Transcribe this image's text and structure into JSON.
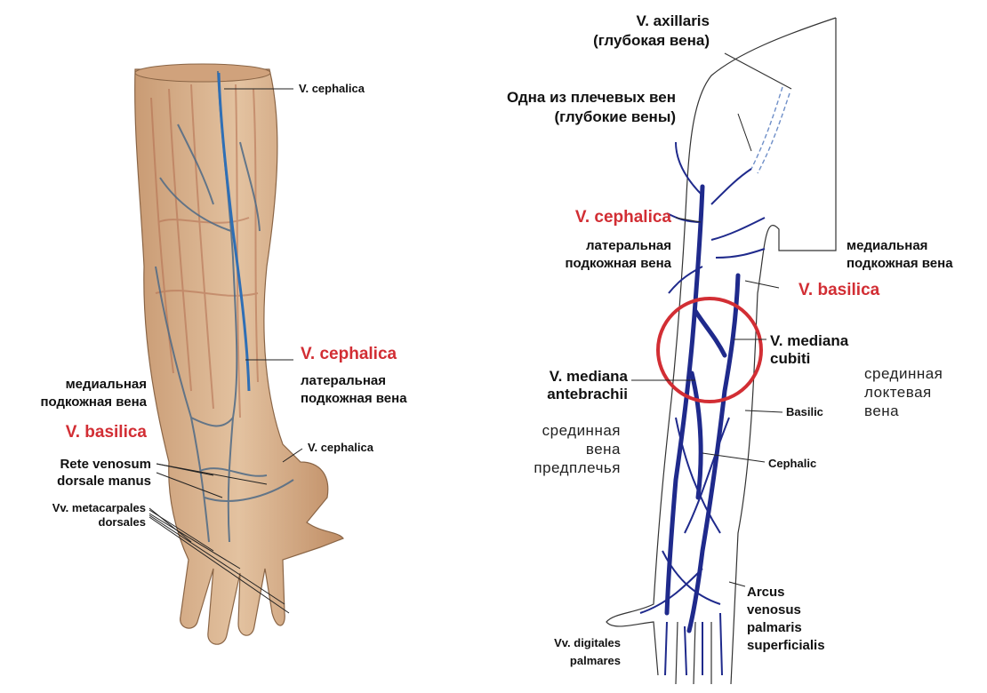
{
  "left_figure": {
    "v_cephalica_top": "V. cephalica",
    "v_cephalica_red": "V. cephalica",
    "lateral_line1": "латеральная",
    "lateral_line2": "подкожная вена",
    "medial_line1": "медиальная",
    "medial_line2": "подкожная вена",
    "v_basilica_red": "V. basilica",
    "v_cephalica_hand": "V. cephalica",
    "rete_line1": "Rete venosum",
    "rete_line2": "dorsale manus",
    "metacarp_line1": "Vv. metacarpales",
    "metacarp_line2": "dorsales"
  },
  "right_figure": {
    "axillaris_line1": "V. axillaris",
    "axillaris_line2": "(глубокая вена)",
    "brachial_line1": "Одна из плечевых вен",
    "brachial_line2": "(глубокие вены)",
    "v_cephalica_red": "V. cephalica",
    "lateral_line1": "латеральная",
    "lateral_line2": "подкожная вена",
    "medial_line1": "медиальная",
    "medial_line2": "подкожная вена",
    "v_basilica_red": "V. basilica",
    "mediana_cubiti_line1": "V. mediana",
    "mediana_cubiti_line2": "cubiti",
    "cubiti_ru_line1": "срединная",
    "cubiti_ru_line2": "локтевая",
    "cubiti_ru_line3": "вена",
    "mediana_antebrachii_line1": "V. mediana",
    "mediana_antebrachii_line2": "antebrachii",
    "antebrachii_ru_line1": "срединная",
    "antebrachii_ru_line2": "вена",
    "antebrachii_ru_line3": "предплечья",
    "basilic": "Basilic",
    "cephalic": "Cephalic",
    "arcus_line1": "Arcus",
    "arcus_line2": "venosus",
    "arcus_line3": "palmaris",
    "arcus_line4": "superficialis",
    "digitales_line1": "Vv. digitales",
    "digitales_line2": "palmares"
  },
  "colors": {
    "highlight_red": "#d22e34",
    "vein_blue": "#1f2a8c",
    "deep_vein_blue": "#6f8fc8",
    "skin": "#d9b48f",
    "muscle": "#c47a5e"
  }
}
